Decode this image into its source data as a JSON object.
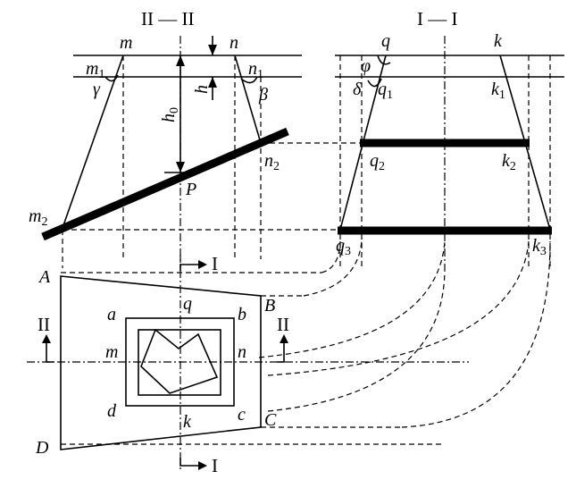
{
  "titles": {
    "left": "II — II",
    "right": "I — I"
  },
  "section_marks": {
    "top": "I",
    "bottom": "I",
    "left": "II",
    "right": "II"
  },
  "labels": {
    "m": "m",
    "n": "n",
    "m1": "m",
    "m1_sub": "1",
    "n1": "n",
    "n1_sub": "1",
    "gamma": "γ",
    "beta": "β",
    "h": "h",
    "h0": "h",
    "h0_sub": "0",
    "n2": "n",
    "n2_sub": "2",
    "m2": "m",
    "m2_sub": "2",
    "P": "P",
    "q": "q",
    "k": "k",
    "phi": "φ",
    "delta": "δ",
    "q1": "q",
    "q1_sub": "1",
    "k1": "k",
    "k1_sub": "1",
    "q2": "q",
    "q2_sub": "2",
    "k2": "k",
    "k2_sub": "2",
    "q3": "q",
    "q3_sub": "3",
    "k3": "k",
    "k3_sub": "3",
    "A": "A",
    "B": "B",
    "C": "C",
    "D": "D",
    "a": "a",
    "b": "b",
    "c": "c",
    "d": "d",
    "plan_q": "q",
    "plan_k": "k",
    "plan_m": "m",
    "plan_n": "n"
  }
}
